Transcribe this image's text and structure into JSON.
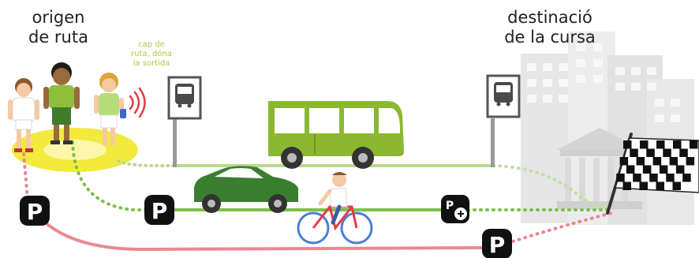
{
  "origin_label": [
    "origen",
    "de ruta"
  ],
  "destination_label": [
    "destinació",
    "de la cursa"
  ],
  "leader_note": [
    "cap de",
    "ruta, dóna",
    "la sortida"
  ],
  "colors": {
    "walk_route": "#b9d88f",
    "bus_route": "#b9d88f",
    "car_bike_route": "#7fbf4a",
    "parking_route": "#e8898f",
    "vehicle_green": "#8ab830",
    "car_green": "#3a7f2f",
    "meeting_zone": "#f2ea3c",
    "leader_text": "#a6cf3a"
  },
  "icons": [
    "person-icon",
    "wifi-signal-icon",
    "bus-stop-sign-icon",
    "bus-icon",
    "car-icon",
    "cyclist-icon",
    "parking-icon",
    "park-and-ride-icon",
    "building-icon",
    "checkered-flag-icon"
  ]
}
